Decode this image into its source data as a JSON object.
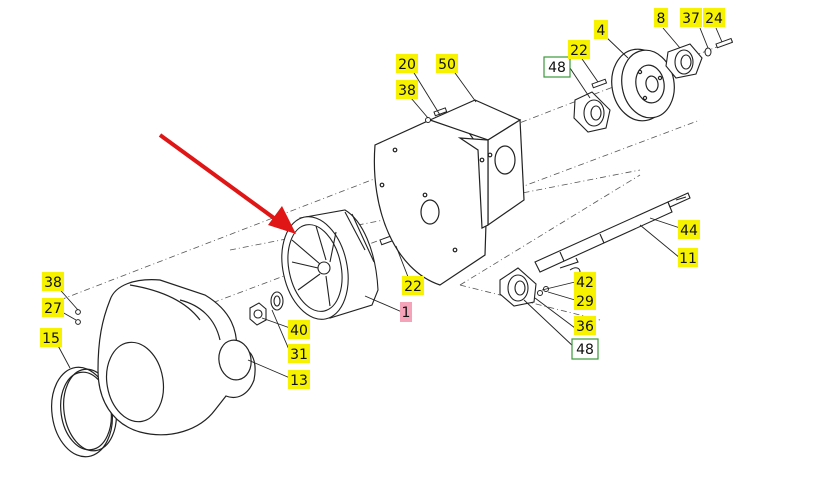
{
  "colors": {
    "label_fill": "#f7f300",
    "label_fill_pink": "#f5a3b8",
    "label_border_green": "#3a9a3a",
    "arrow": "#e01515",
    "line": "#2b2b2b"
  },
  "labels": [
    {
      "id": "p20",
      "text": "20",
      "style": "yellow"
    },
    {
      "id": "p38a",
      "text": "38",
      "style": "yellow"
    },
    {
      "id": "p50",
      "text": "50",
      "style": "yellow"
    },
    {
      "id": "p48a",
      "text": "48",
      "style": "green"
    },
    {
      "id": "p22a",
      "text": "22",
      "style": "yellow"
    },
    {
      "id": "p4",
      "text": "4",
      "style": "yellow"
    },
    {
      "id": "p8",
      "text": "8",
      "style": "yellow"
    },
    {
      "id": "p37",
      "text": "37",
      "style": "yellow"
    },
    {
      "id": "p24",
      "text": "24",
      "style": "yellow"
    },
    {
      "id": "p44",
      "text": "44",
      "style": "yellow"
    },
    {
      "id": "p11",
      "text": "11",
      "style": "yellow"
    },
    {
      "id": "p22b",
      "text": "22",
      "style": "yellow"
    },
    {
      "id": "p1",
      "text": "1",
      "style": "pink"
    },
    {
      "id": "p42",
      "text": "42",
      "style": "yellow"
    },
    {
      "id": "p29",
      "text": "29",
      "style": "yellow"
    },
    {
      "id": "p36",
      "text": "36",
      "style": "yellow"
    },
    {
      "id": "p48b",
      "text": "48",
      "style": "green"
    },
    {
      "id": "p38b",
      "text": "38",
      "style": "yellow"
    },
    {
      "id": "p27",
      "text": "27",
      "style": "yellow"
    },
    {
      "id": "p15",
      "text": "15",
      "style": "yellow"
    },
    {
      "id": "p40",
      "text": "40",
      "style": "yellow"
    },
    {
      "id": "p31",
      "text": "31",
      "style": "yellow"
    },
    {
      "id": "p13",
      "text": "13",
      "style": "yellow"
    }
  ]
}
